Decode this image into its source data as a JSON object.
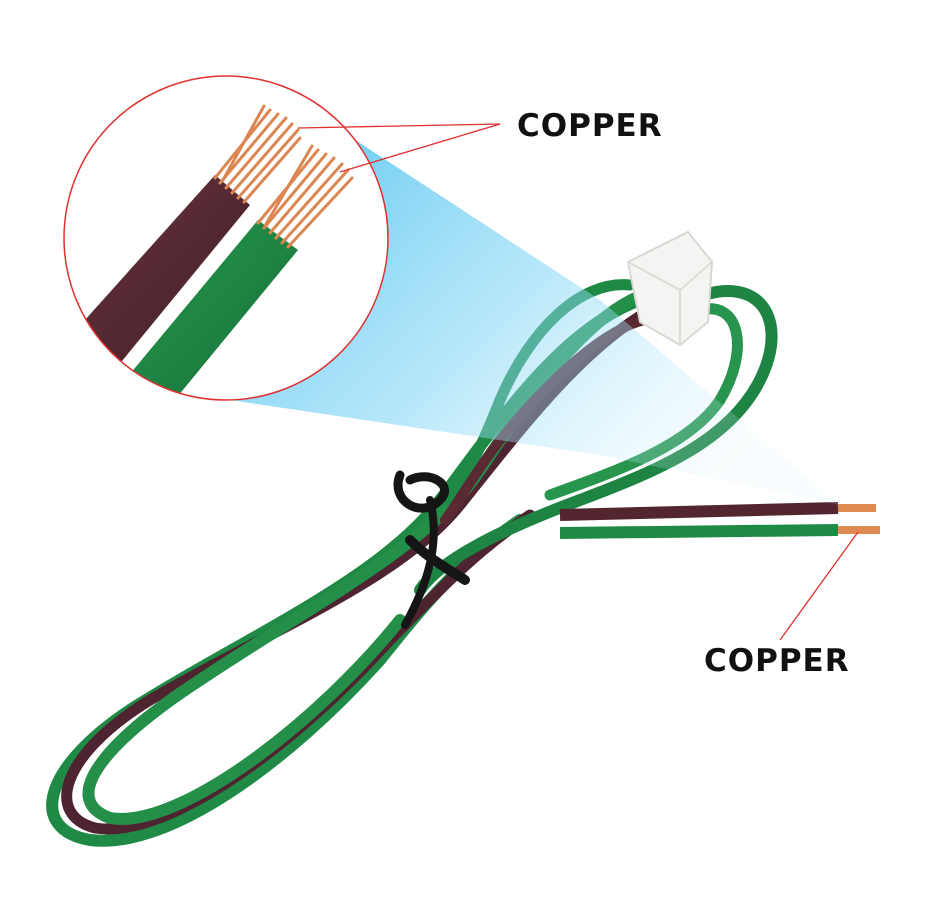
{
  "labels": {
    "top": "COPPER",
    "bottom": "COPPER"
  },
  "colors": {
    "wire_green": "#1f8a45",
    "wire_green_dark": "#0f5f2c",
    "wire_brown": "#5a2a32",
    "wire_brown_dark": "#3a1a20",
    "copper": "#e38a55",
    "copper_dark": "#b8612f",
    "connector": "#f4f4f2",
    "zip_tie": "#151515",
    "callout_line": "#e0302f",
    "projection_beam": "#49c4f0",
    "label_text": "#111111"
  },
  "icons": [
    "zoom-circle",
    "projection-beam",
    "connector",
    "zip-tie",
    "copper-strands"
  ]
}
